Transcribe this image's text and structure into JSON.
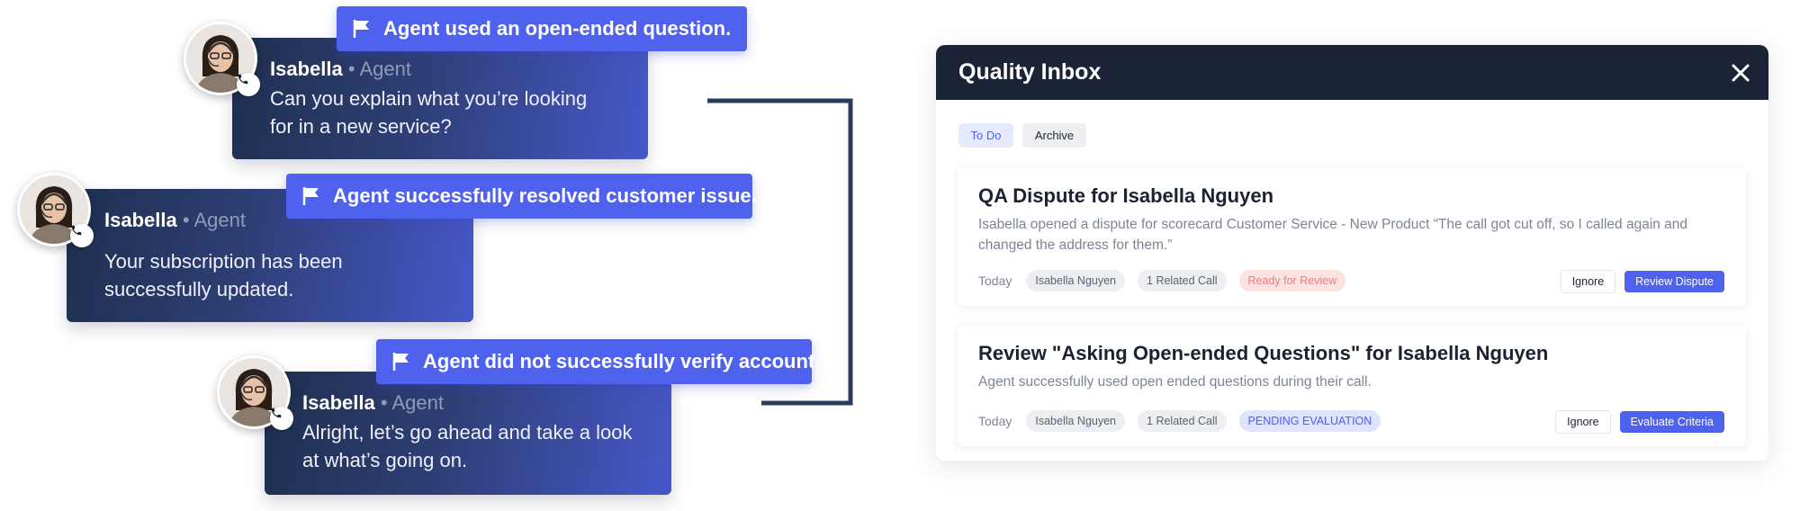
{
  "conversation": [
    {
      "agent_name": "Isabella",
      "agent_role": "• Agent",
      "message_line1": "Can you explain what you’re looking",
      "message_line2": "for in a new service?",
      "flag": "Agent used an open-ended question."
    },
    {
      "agent_name": "Isabella",
      "agent_role": "• Agent",
      "message_line1": "Your subscription has been",
      "message_line2": "successfully updated.",
      "flag": "Agent successfully resolved customer issue."
    },
    {
      "agent_name": "Isabella",
      "agent_role": "• Agent",
      "message_line1": "Alright, let’s go ahead and take a look",
      "message_line2": "at what’s going on.",
      "flag": "Agent did not successfully verify account."
    }
  ],
  "inbox": {
    "title": "Quality Inbox",
    "close_icon": "close-icon",
    "tabs": [
      {
        "label": "To Do",
        "active": true
      },
      {
        "label": "Archive",
        "active": false
      }
    ],
    "items": [
      {
        "title": "QA Dispute for Isabella Nguyen",
        "description": "Isabella opened a dispute for scorecard Customer Service - New Product  “The call got cut off, so I called again and changed the address for them.”",
        "date": "Today",
        "person": "Isabella Nguyen",
        "related": "1 Related Call",
        "status": "Ready for Review",
        "ignore_label": "Ignore",
        "action_label": "Review Dispute"
      },
      {
        "title": "Review \"Asking Open-ended Questions\" for Isabella Nguyen",
        "description": "Agent successfully used open ended questions during their call.",
        "date": "Today",
        "person": "Isabella Nguyen",
        "related": "1 Related Call",
        "status": "PENDING EVALUATION",
        "ignore_label": "Ignore",
        "action_label": "Evaluate Criteria"
      }
    ]
  },
  "colors": {
    "accent": "#4f62ee",
    "header_dark": "#1b2436",
    "status_red": "#f07a7a"
  },
  "icons": [
    "flag-icon",
    "phone-icon",
    "close-icon",
    "avatar-agent-headset"
  ]
}
